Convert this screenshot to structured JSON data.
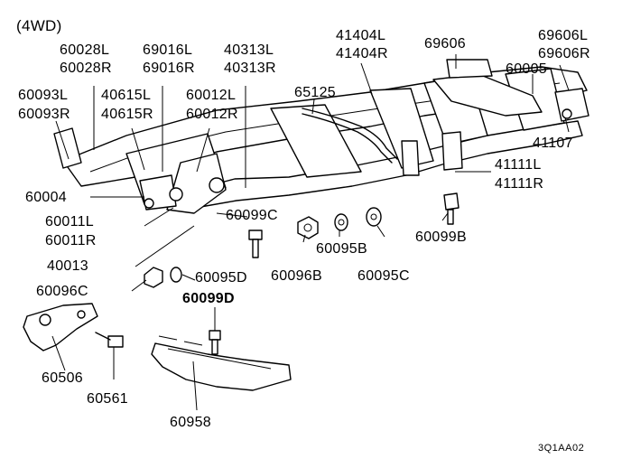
{
  "header": {
    "variant": "(4WD)"
  },
  "footer": {
    "code": "3Q1AA02"
  },
  "labels": {
    "l60028": "60028L",
    "r60028": "60028R",
    "l69016": "69016L",
    "r69016": "69016R",
    "l40313": "40313L",
    "r40313": "40313R",
    "l41404": "41404L",
    "r41404": "41404R",
    "p69606": "69606",
    "l69606": "69606L",
    "r69606": "69606R",
    "p60005": "60005",
    "l60093": "60093L",
    "r60093": "60093R",
    "l40615": "40615L",
    "r40615": "40615R",
    "l60012": "60012L",
    "r60012": "60012R",
    "p65125": "65125",
    "p41107": "41107",
    "l41111": "41111L",
    "r41111": "41111R",
    "p60004": "60004",
    "p60099C": "60099C",
    "l60011": "60011L",
    "r60011": "60011R",
    "p60099B": "60099B",
    "p60095B": "60095B",
    "p40013": "40013",
    "p60096B": "60096B",
    "p60095C": "60095C",
    "p60095D": "60095D",
    "p60096C": "60096C",
    "p60099D": "60099D",
    "p60506": "60506",
    "p60561": "60561",
    "p60958": "60958"
  }
}
